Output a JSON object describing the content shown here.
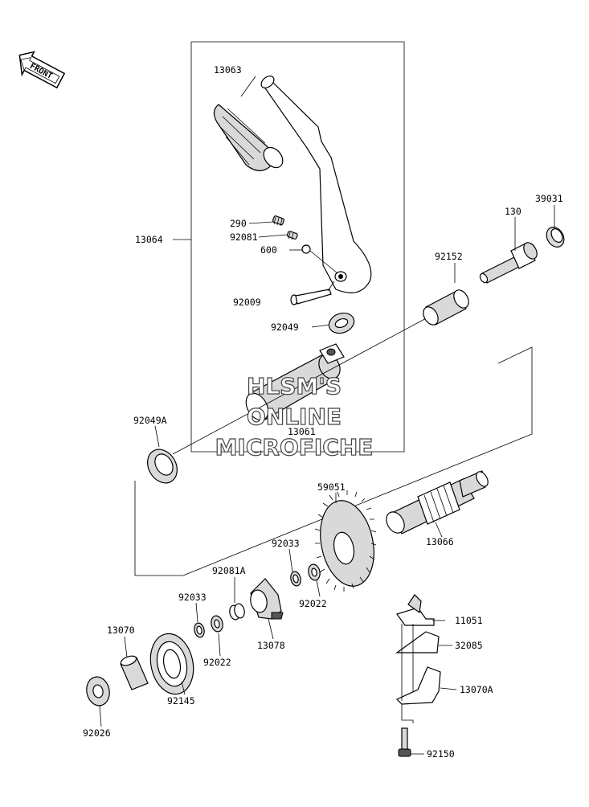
{
  "front_badge": "FRONT",
  "watermark": [
    "HLSM'S",
    "ONLINE",
    "MICROFICHE"
  ],
  "parts": {
    "p13063": "13063",
    "p13064": "13064",
    "p290": "290",
    "p92081": "92081",
    "p600": "600",
    "p92009": "92009",
    "p92049": "92049",
    "p13061": "13061",
    "p92049A": "92049A",
    "p92152": "92152",
    "p130": "130",
    "p39031": "39031",
    "p59051": "59051",
    "p13066": "13066",
    "p92033a": "92033",
    "p92022a": "92022",
    "p92081A": "92081A",
    "p13078": "13078",
    "p92033b": "92033",
    "p92022b": "92022",
    "p13070": "13070",
    "p92145": "92145",
    "p92026": "92026",
    "p11051": "11051",
    "p32085": "32085",
    "p13070A": "13070A",
    "p92150": "92150"
  }
}
